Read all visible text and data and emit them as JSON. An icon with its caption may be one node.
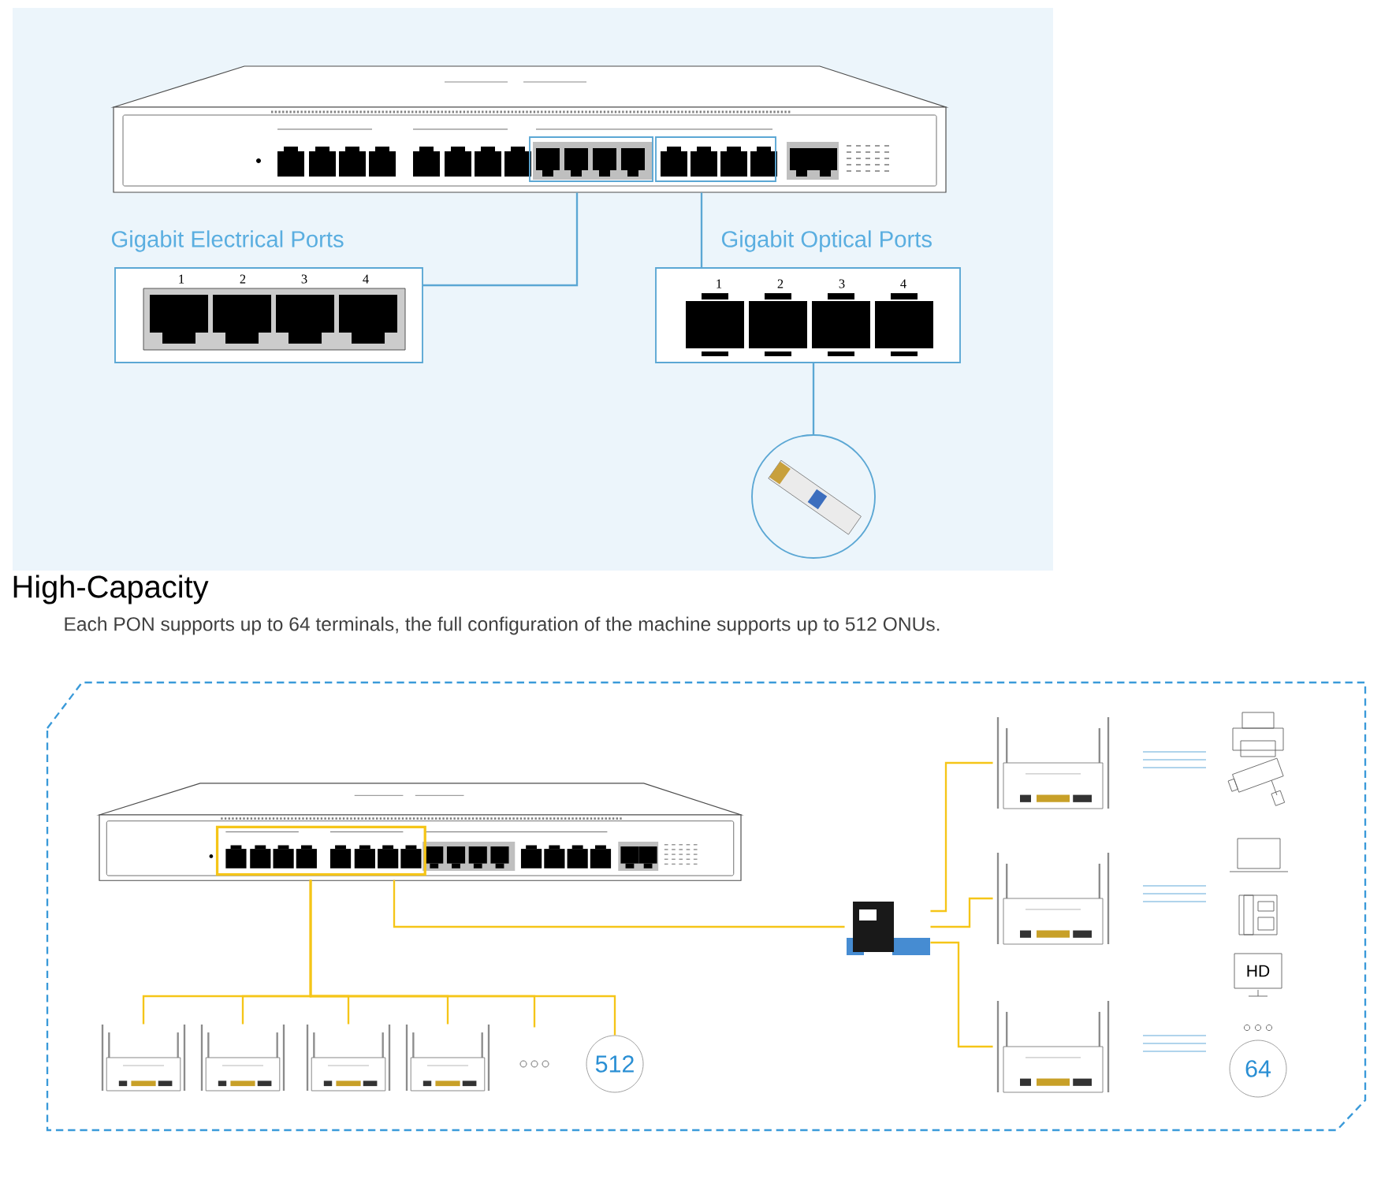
{
  "diagram": {
    "nodes": [
      {
        "text": [],
        "shape": "picture"
      },
      {
        "text": [
          "Gigabit Electrical Ports",
          "1",
          "2",
          "3",
          "4"
        ]
      },
      {
        "text": [
          "Gigabit Optical Ports",
          "1",
          "2",
          "3",
          "4"
        ]
      },
      {
        "text": [],
        "shape": "picture"
      },
      {
        "text": [],
        "shape": "picture"
      },
      {
        "text": [],
        "shape": "picture"
      },
      {
        "text": [],
        "shape": "picture"
      },
      {
        "text": [],
        "shape": "picture"
      },
      {
        "text": [],
        "shape": "picture"
      },
      {
        "text": [],
        "shape": "circle"
      },
      {
        "text": [
          "512"
        ]
      },
      {
        "text": [],
        "shape": "picture"
      },
      {
        "text": [],
        "shape": "picture"
      },
      {
        "text": [],
        "shape": "picture"
      },
      {
        "text": [],
        "shape": "picture"
      },
      {
        "text": [
          "HD"
        ]
      },
      {
        "text": [
          "64"
        ]
      }
    ],
    "edges": [
      {
        "from": 0,
        "to": 1,
        "arrow": "none",
        "color": "#5ba7d4"
      },
      {
        "from": 0,
        "to": 2,
        "arrow": "none",
        "color": "#5ba7d4"
      },
      {
        "from": 2,
        "to": 3,
        "arrow": "none",
        "color": "#5ba7d4"
      },
      {
        "from": 4,
        "to": 5,
        "arrow": "none"
      },
      {
        "from": 4,
        "to": 6,
        "arrow": "none"
      },
      {
        "from": 4,
        "to": 7,
        "arrow": "none"
      },
      {
        "from": 4,
        "to": 8,
        "arrow": "none"
      },
      {
        "from": 4,
        "to": 9,
        "arrow": "none"
      },
      {
        "from": 4,
        "to": 10,
        "arrow": "none"
      },
      {
        "from": 4,
        "to": 11,
        "arrow": "none"
      },
      {
        "from": 11,
        "to": 12,
        "arrow": "none"
      },
      {
        "from": 11,
        "to": 13,
        "arrow": "none"
      },
      {
        "from": 11,
        "to": 14,
        "arrow": "none"
      }
    ],
    "labels": [
      "High-Capacity",
      "Each PON supports up to 64 terminals, the full configuration of the machine supports up to 512 ONUs."
    ]
  }
}
